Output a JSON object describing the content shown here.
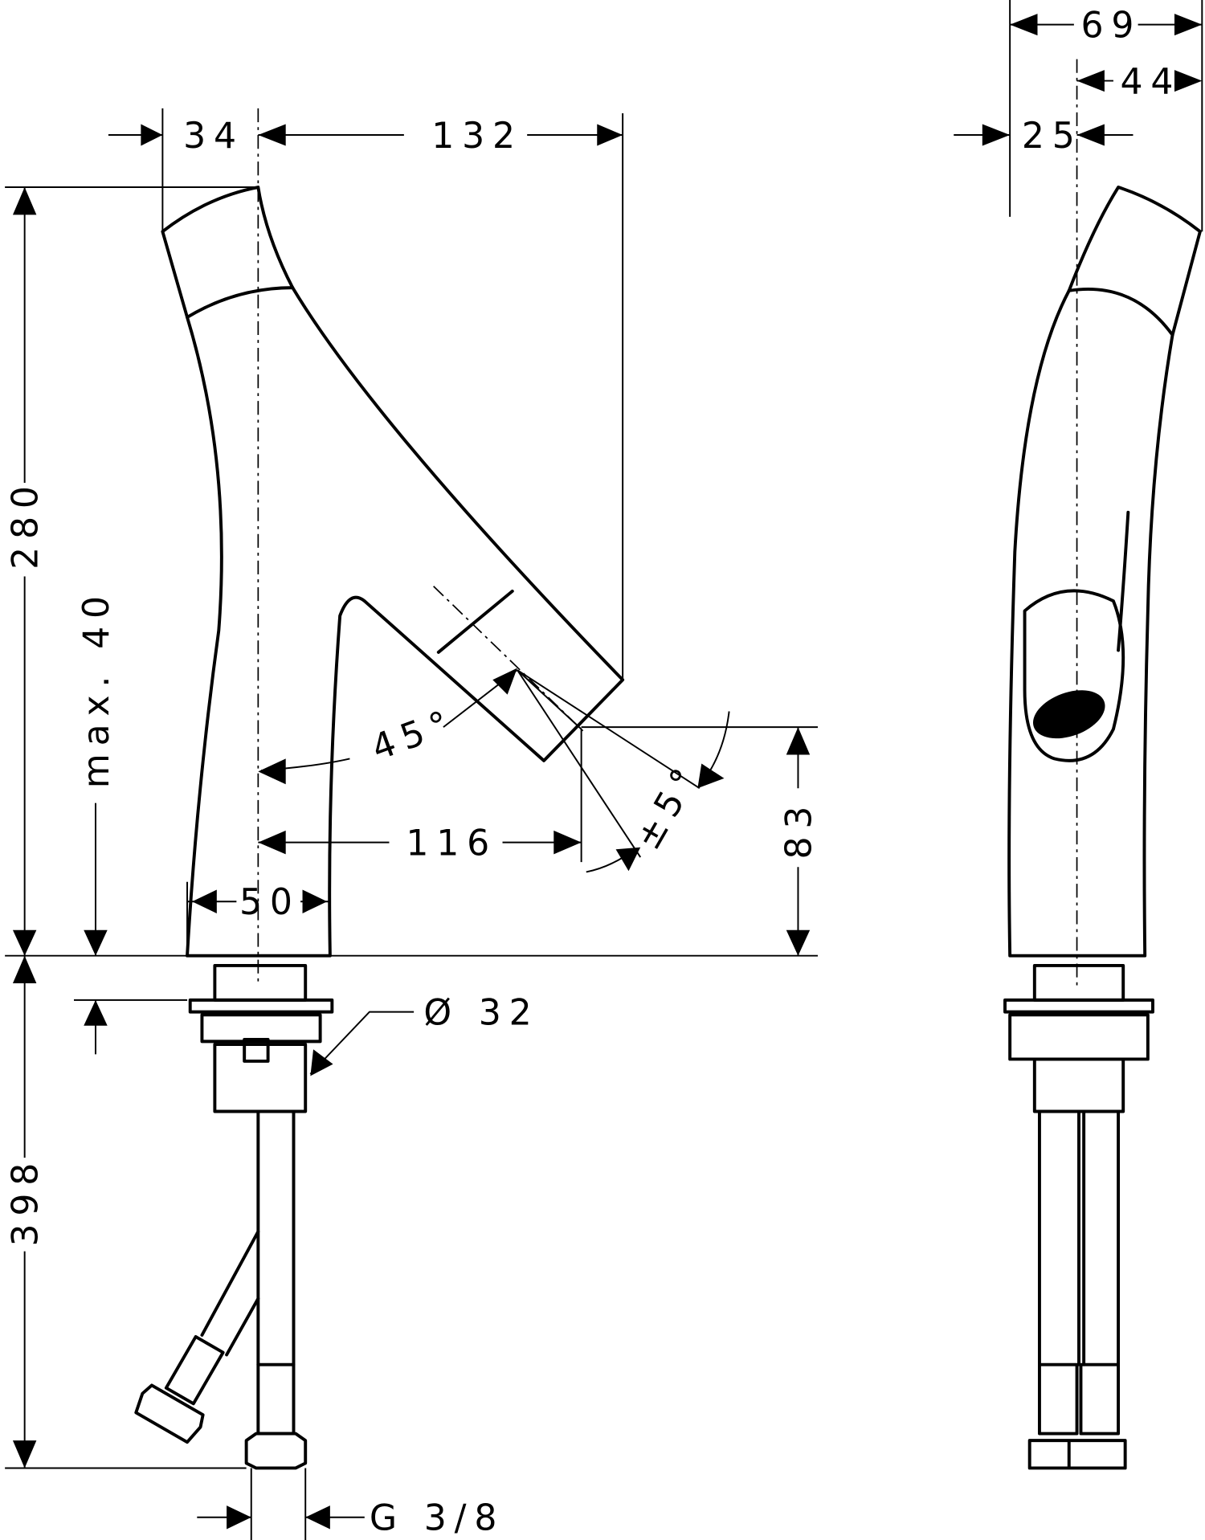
{
  "title": "Basin mixer dimensional drawing",
  "dimensions": {
    "d34": "34",
    "d132": "132",
    "d69": "69",
    "d44": "44",
    "d25": "25",
    "d280": "280",
    "max40": "max. 40",
    "angle45": "45°",
    "angle5": "±5°",
    "d116": "116",
    "d83": "83",
    "d50": "50",
    "dia32": "Ø 32",
    "d398": "398",
    "thread": "G 3/8"
  },
  "colors": {
    "line": "#000000",
    "background": "#ffffff"
  }
}
